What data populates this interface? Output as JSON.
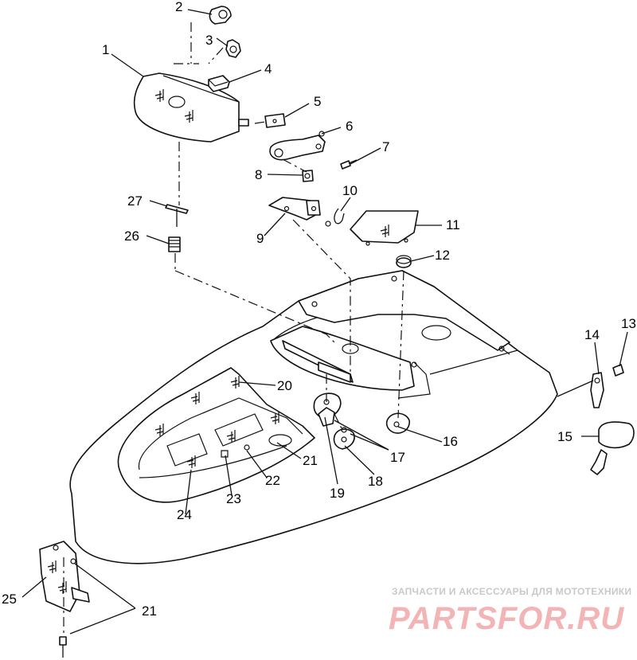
{
  "diagram": {
    "callouts": [
      {
        "id": "c1",
        "text": "1"
      },
      {
        "id": "c2",
        "text": "2"
      },
      {
        "id": "c3",
        "text": "3"
      },
      {
        "id": "c4",
        "text": "4"
      },
      {
        "id": "c5",
        "text": "5"
      },
      {
        "id": "c6",
        "text": "6"
      },
      {
        "id": "c7",
        "text": "7"
      },
      {
        "id": "c8",
        "text": "8"
      },
      {
        "id": "c9",
        "text": "9"
      },
      {
        "id": "c10",
        "text": "10"
      },
      {
        "id": "c11",
        "text": "11"
      },
      {
        "id": "c12",
        "text": "12"
      },
      {
        "id": "c13",
        "text": "13"
      },
      {
        "id": "c14",
        "text": "14"
      },
      {
        "id": "c15",
        "text": "15"
      },
      {
        "id": "c16",
        "text": "16"
      },
      {
        "id": "c17",
        "text": "17"
      },
      {
        "id": "c18",
        "text": "18"
      },
      {
        "id": "c19",
        "text": "19"
      },
      {
        "id": "c20",
        "text": "20"
      },
      {
        "id": "c21a",
        "text": "21"
      },
      {
        "id": "c22",
        "text": "22"
      },
      {
        "id": "c23",
        "text": "23"
      },
      {
        "id": "c24",
        "text": "24"
      },
      {
        "id": "c25",
        "text": "25"
      },
      {
        "id": "c26",
        "text": "26"
      },
      {
        "id": "c27",
        "text": "27"
      },
      {
        "id": "c21b",
        "text": "21"
      }
    ]
  },
  "watermark": {
    "tagline": "ЗАПЧАСТИ И АКСЕССУАРЫ ДЛЯ МОТОТЕХНИКИ",
    "brand": "PARTSFOR.RU",
    "colors": {
      "tagline": "#c9c9c9",
      "brand": "#f2b4b4"
    }
  }
}
